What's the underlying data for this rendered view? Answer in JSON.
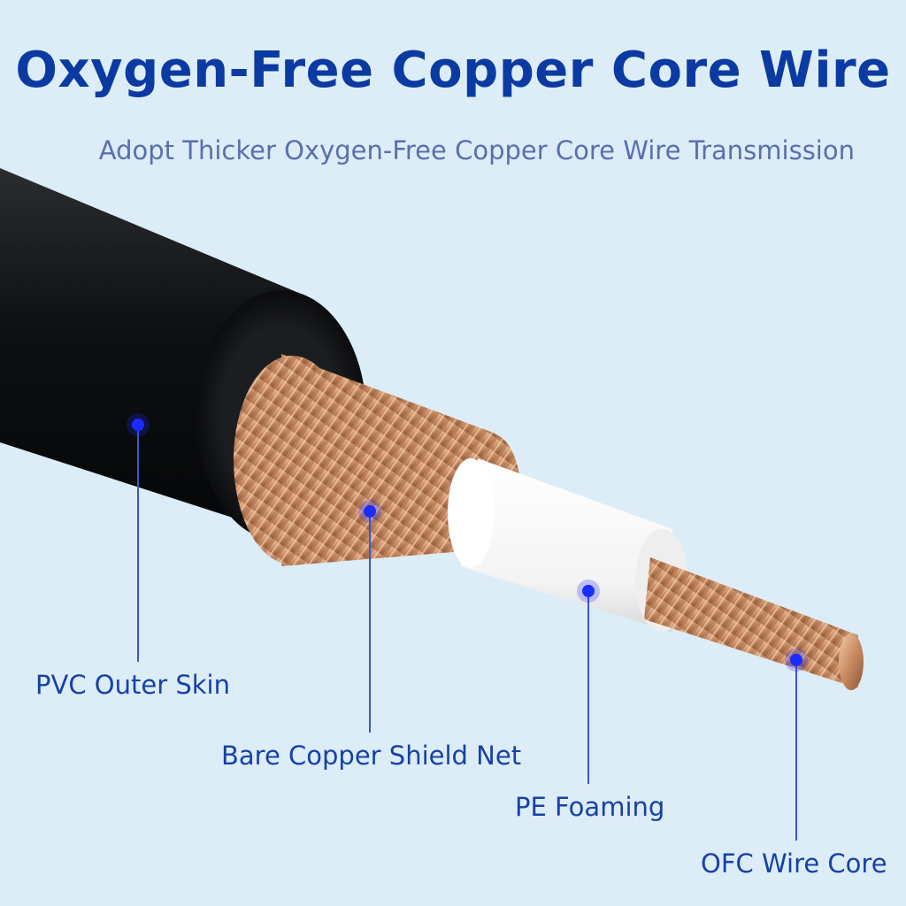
{
  "header": {
    "title": "Oxygen-Free Copper Core Wire",
    "subtitle": "Adopt Thicker Oxygen-Free Copper Core Wire Transmission"
  },
  "callouts": [
    {
      "label": "PVC Outer Skin"
    },
    {
      "label": "Bare Copper Shield Net"
    },
    {
      "label": "PE Foaming"
    },
    {
      "label": "OFC Wire Core"
    }
  ],
  "colors": {
    "background": "#dcedf7",
    "title": "#0b3aa2",
    "subtitle": "#5a6fae",
    "label": "#1741a8",
    "marker": "#1a2cff",
    "jacket": "#121416",
    "copper": "#c98b62",
    "foam": "#f7f7f7"
  }
}
